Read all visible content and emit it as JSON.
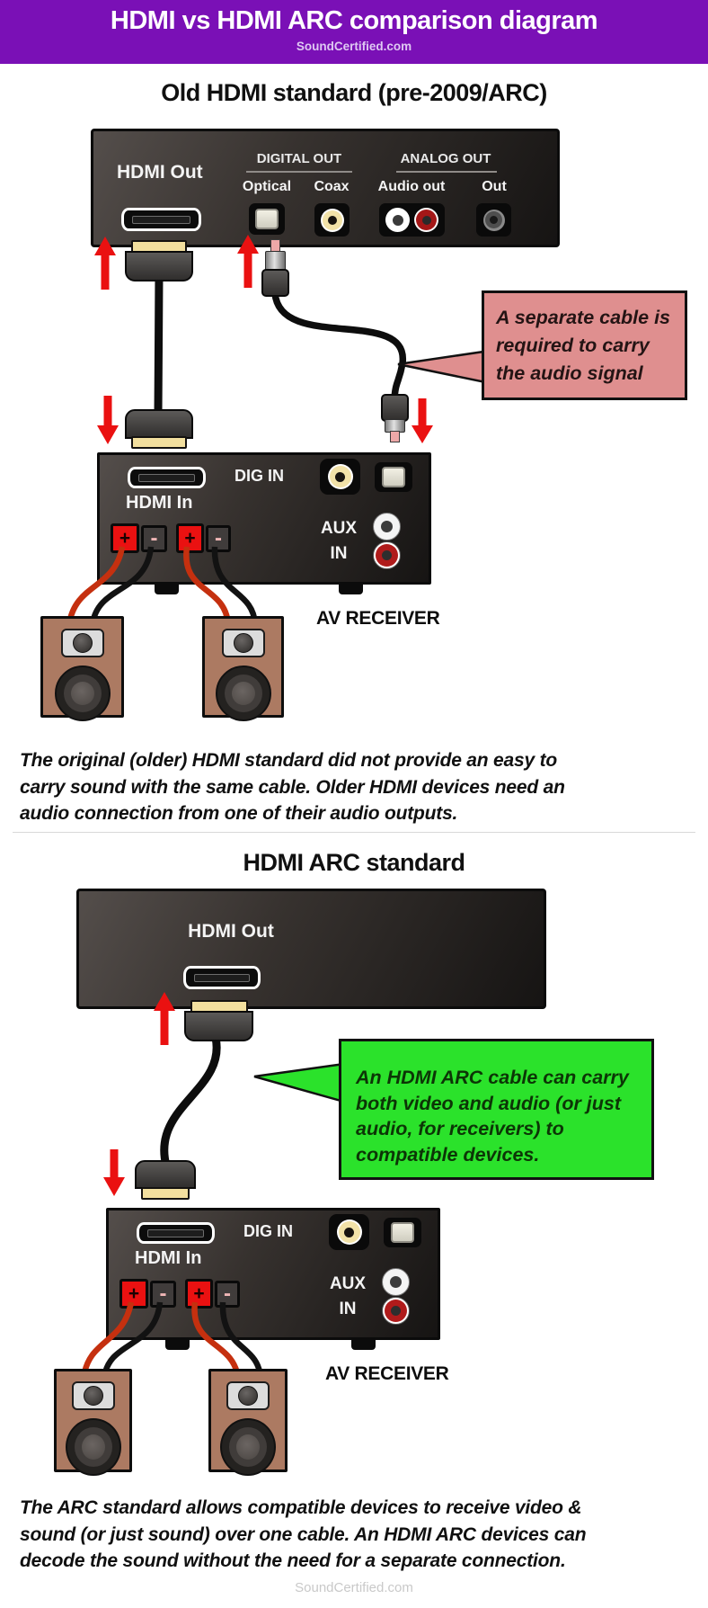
{
  "header": {
    "title": "HDMI vs HDMI ARC comparison diagram",
    "site": "SoundCertified.com"
  },
  "footer": {
    "site": "SoundCertified.com"
  },
  "section_old": {
    "heading": "Old HDMI standard (pre-2009/ARC)",
    "source_labels": {
      "hdmi_out": "HDMI Out",
      "digital_out": "DIGITAL OUT",
      "optical": "Optical",
      "coax": "Coax",
      "analog_out": "ANALOG OUT",
      "audio_out": "Audio out",
      "out": "Out"
    },
    "callout": {
      "lines": [
        "A separate cable is",
        "required to carry",
        "the audio signal"
      ]
    },
    "caption": {
      "lines": [
        "The original (older) HDMI standard did not provide an easy to",
        "carry sound with the same cable. Older HDMI devices need an",
        "audio connection from one of their audio outputs."
      ]
    }
  },
  "section_arc": {
    "heading": "HDMI ARC standard",
    "source_labels": {
      "hdmi_out": "HDMI Out"
    },
    "callout": {
      "lines": [
        "An HDMI ARC cable can carry",
        "both video and audio (or just",
        "audio, for receivers) to",
        "compatible devices."
      ]
    },
    "caption": {
      "lines": [
        "The ARC standard allows compatible devices to receive video &",
        "sound (or just sound) over one cable. An HDMI ARC devices can",
        "decode the sound without the need for a separate connection."
      ]
    }
  },
  "receiver": {
    "dig_in": "DIG IN",
    "hdmi_in": "HDMI In",
    "aux": "AUX",
    "in": "IN",
    "plus": "+",
    "minus": "-",
    "name": "AV RECEIVER"
  },
  "colors": {
    "header_purple": "#7a10b6",
    "callout_pink": "#df8f8f",
    "callout_green": "#2be22b",
    "arrow_red": "#ea1111",
    "speaker_brown": "#ac7a62",
    "hdmi_gold": "#f2df9e",
    "wire_red": "#c5300f",
    "wire_black": "#121212"
  }
}
